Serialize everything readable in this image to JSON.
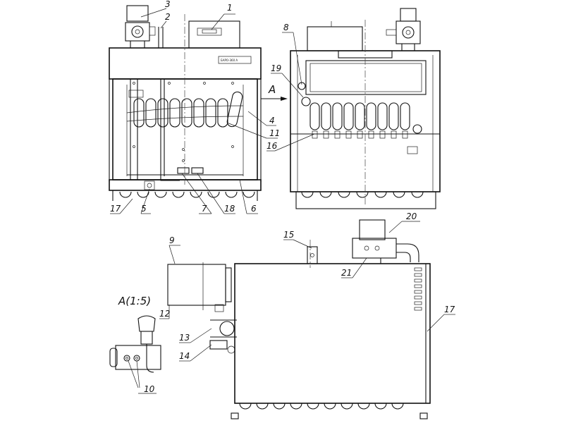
{
  "views": {
    "section_marker": "A",
    "detail_title": "A(1:5)",
    "nameplate_text": "БАРО-360 А"
  },
  "callouts": {
    "c1": "1",
    "c2": "2",
    "c3": "3",
    "c4": "4",
    "c5": "5",
    "c6": "6",
    "c7": "7",
    "c8": "8",
    "c9": "9",
    "c10": "10",
    "c11": "11",
    "c12": "12",
    "c13": "13",
    "c14": "14",
    "c15": "15",
    "c16": "16",
    "c17": "17",
    "c17b": "17",
    "c18": "18",
    "c19": "19",
    "c20": "20",
    "c21": "21"
  }
}
